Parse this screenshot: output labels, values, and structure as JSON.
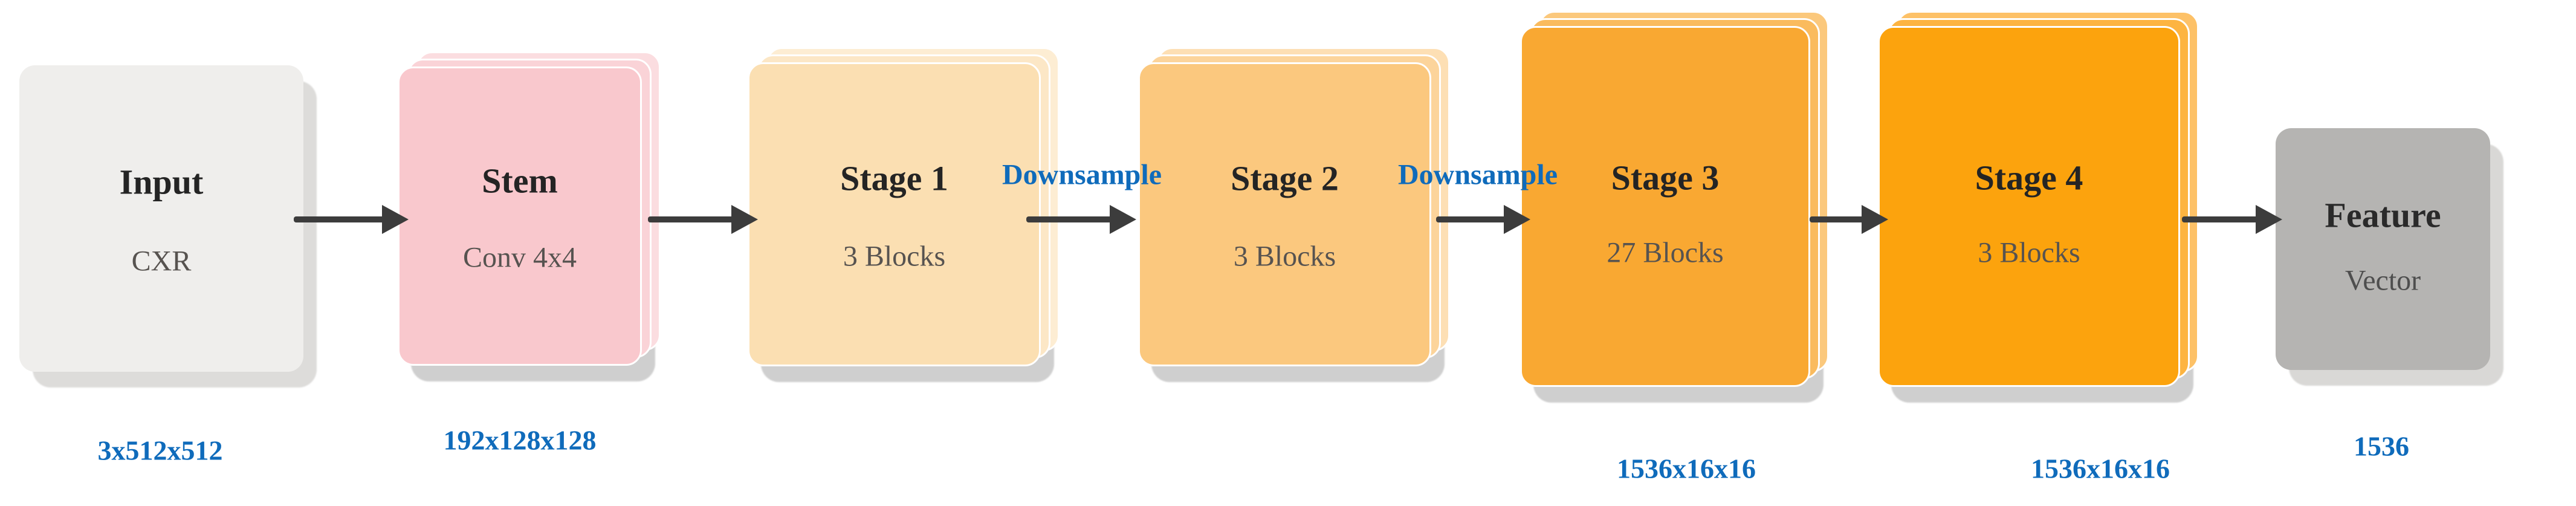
{
  "diagram": {
    "kind": "cnn-backbone-architecture-flow",
    "blocks": [
      {
        "title": "Input",
        "subtitle": "CXR",
        "dim_label": "3x512x512"
      },
      {
        "title": "Stem",
        "subtitle": "Conv 4x4",
        "dim_label": "192x128x128"
      },
      {
        "title": "Stage 1",
        "subtitle": "3 Blocks",
        "dim_label": ""
      },
      {
        "title": "Stage 2",
        "subtitle": "3 Blocks",
        "dim_label": ""
      },
      {
        "title": "Stage 3",
        "subtitle": "27 Blocks",
        "dim_label": "1536x16x16"
      },
      {
        "title": "Stage 4",
        "subtitle": "3 Blocks",
        "dim_label": "1536x16x16"
      },
      {
        "title": "Feature",
        "subtitle": "Vector",
        "dim_label": "1536"
      }
    ],
    "downsample_labels": [
      "Downsample",
      "Downsample"
    ],
    "colors": {
      "input_fill": "#EFEEEC",
      "stem_fill": "#F9C8CD",
      "stage1_fill": "#FBDFB2",
      "stage2_fill": "#FBC87E",
      "stage3_fill": "#F9A832",
      "stage4_fill": "#FCA30D",
      "feature_fill": "#B5B4B2",
      "label_blue": "#0F6BBB",
      "arrow_gray": "#3C3C3C"
    }
  }
}
